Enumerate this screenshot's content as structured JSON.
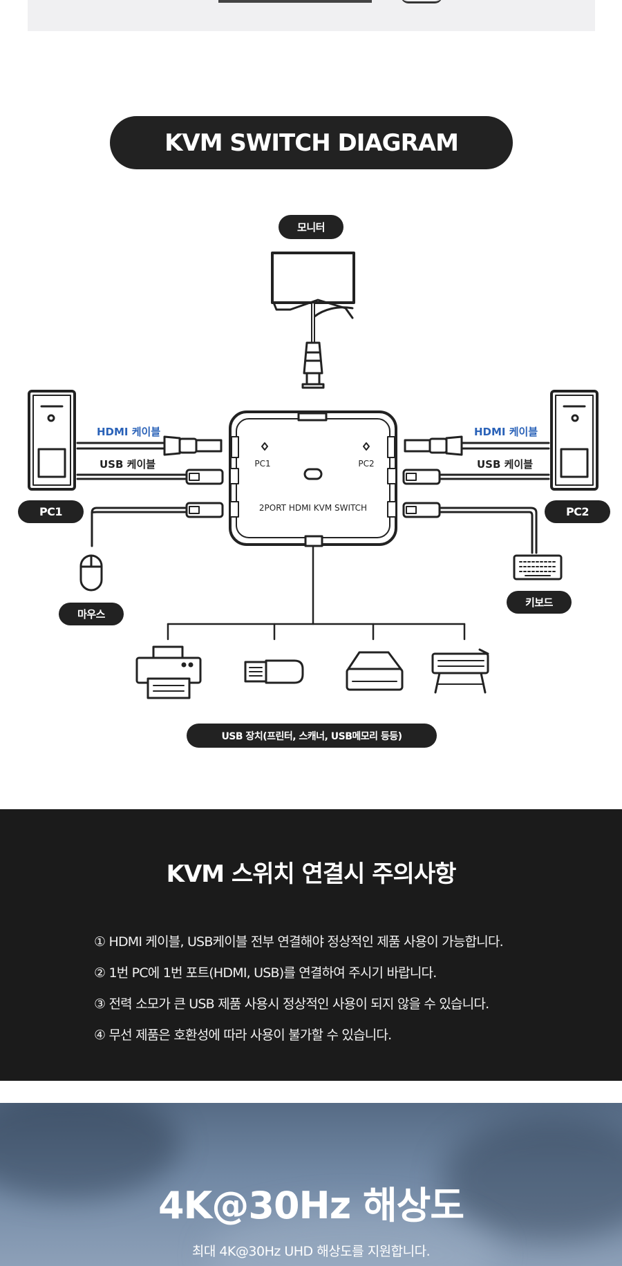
{
  "diagram": {
    "title": "KVM SWITCH DIAGRAM",
    "labels": {
      "monitor": "모니터",
      "pc1": "PC1",
      "pc2": "PC2",
      "mouse": "마우스",
      "keyboard": "키보드",
      "usb_devices": "USB 장치(프린터, 스캐너, USB메모리 등등)",
      "hdmi_cable_left": "HDMI 케이블",
      "usb_cable_left": "USB 케이블",
      "hdmi_cable_right": "HDMI 케이블",
      "usb_cable_right": "USB 케이블",
      "switch_pc1": "PC1",
      "switch_pc2": "PC2",
      "switch_name": "2PORT HDMI KVM SWITCH"
    },
    "colors": {
      "accent_blue": "#2a62b8",
      "pill_bg": "#222222"
    }
  },
  "notice": {
    "title": "KVM 스위치 연결시 주의사항",
    "items": [
      "① HDMI 케이블, USB케이블 전부 연결해야 정상적인 제품 사용이 가능합니다.",
      "② 1번 PC에 1번 포트(HDMI, USB)를 연결하여 주시기 바랍니다.",
      "③ 전력 소모가 큰 USB 제품 사용시 정상적인 사용이 되지 않을 수 있습니다.",
      "④ 무선 제품은 호환성에 따라 사용이 불가할 수 있습니다."
    ]
  },
  "resolution": {
    "title": "4K@30Hz 해상도",
    "subtitle": "최대 4K@30Hz UHD 해상도를 지원합니다."
  }
}
